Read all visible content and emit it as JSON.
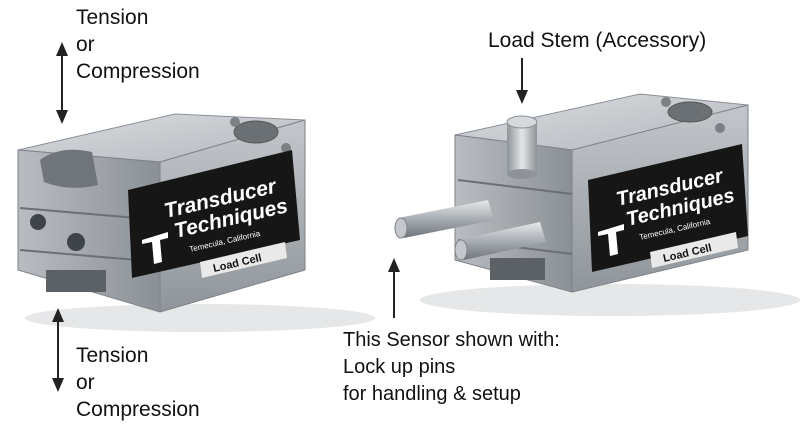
{
  "labels": {
    "top_left": {
      "line1": "Tension",
      "line2": "or",
      "line3": "Compression"
    },
    "bottom_left": {
      "line1": "Tension",
      "line2": "or",
      "line3": "Compression"
    },
    "load_stem": "Load Stem (Accessory)",
    "sensor_note": {
      "line1": "This Sensor shown with:",
      "line2": "Lock up pins",
      "line3": "for handling & setup"
    }
  },
  "nameplate": {
    "brand_line1": "Transducer",
    "brand_line2": "Techniques",
    "location": "Temecula, California",
    "product": "Load Cell"
  },
  "colors": {
    "metal_light": "#c9cdd1",
    "metal_mid": "#a9aeb3",
    "metal_dark": "#7d8388",
    "plate": "#1a1a1a",
    "arrow": "#222222"
  }
}
